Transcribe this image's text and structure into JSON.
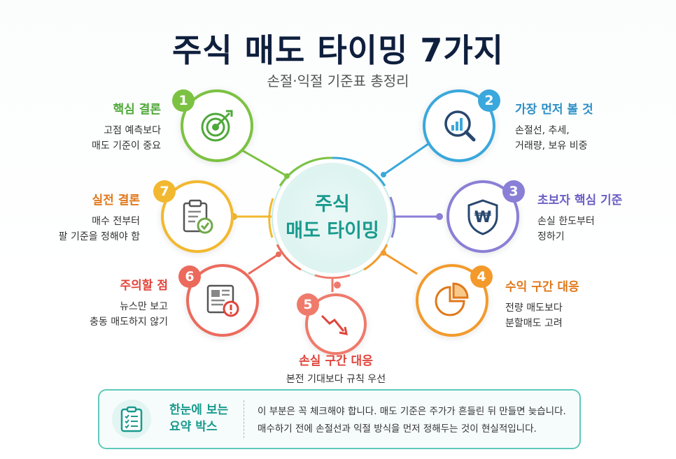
{
  "title": "주식 매도 타이밍 7가지",
  "subtitle": "손절·익절 기준표 총정리",
  "center": {
    "line1": "주식",
    "line2": "매도 타이밍"
  },
  "colors": {
    "teal": "#1a9a8e",
    "green": "#7cc242",
    "blue": "#3aa8dc",
    "purple": "#8a7fd6",
    "orange": "#f39a2b",
    "red": "#ec6a5c",
    "coral": "#ef7a6b",
    "yellow": "#f2b830"
  },
  "items": [
    {
      "number": "1",
      "title": "핵심 결론",
      "line1": "고점 예측보다",
      "line2": "매도 기준이 중요",
      "icon": "target-icon"
    },
    {
      "number": "2",
      "title": "가장 먼저 볼 것",
      "line1": "손절선, 추세,",
      "line2": "거래량, 보유 비중",
      "icon": "chart-search-icon"
    },
    {
      "number": "3",
      "title": "초보자 핵심 기준",
      "line1": "손실 한도부터",
      "line2": "정하기",
      "icon": "won-shield-icon"
    },
    {
      "number": "4",
      "title": "수익 구간 대응",
      "line1": "전량 매도보다",
      "line2": "분할매도 고려",
      "icon": "pie-chart-icon"
    },
    {
      "number": "5",
      "title": "손실 구간 대응",
      "line1": "본전 기대보다 규칙 우선",
      "icon": "downtrend-icon"
    },
    {
      "number": "6",
      "title": "주의할 점",
      "line1": "뉴스만 보고",
      "line2": "충동 매도하지 않기",
      "icon": "news-alert-icon"
    },
    {
      "number": "7",
      "title": "실전 결론",
      "line1": "매수 전부터",
      "line2": "팔 기준을 정해야 함",
      "icon": "clipboard-check-icon"
    }
  ],
  "summary": {
    "title1": "한눈에 보는",
    "title2": "요약 박스",
    "line1": "이 부분은 꼭 체크해야 합니다. 매도 기준은 주가가 흔들린 뒤 만들면 늦습니다.",
    "line2": "매수하기 전에 손절선과 익절 방식을 먼저 정해두는 것이 현실적입니다.",
    "icon": "checklist-clipboard-icon"
  }
}
